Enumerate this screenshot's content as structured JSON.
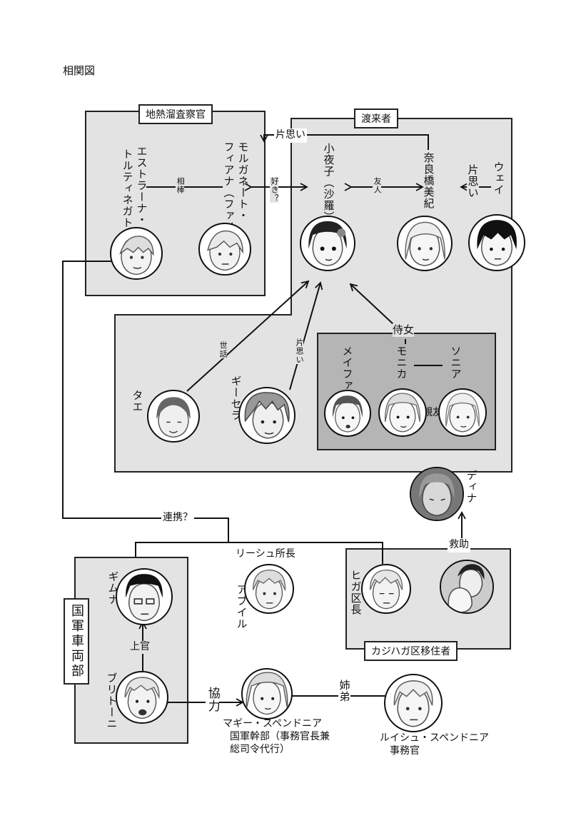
{
  "title": "相関図",
  "groups": {
    "chinetsu": "地熱溜査察官",
    "toraisha": "渡来者",
    "kokugun": "国軍車両部",
    "kajihaga": "カジハガ区移住者"
  },
  "characters": {
    "estrana": "エストラーナ・トルティネガト",
    "estrana_l1": "エストラーナ・",
    "estrana_l2": "トルティネガト",
    "morgana_l1": "モルガネート・",
    "morgana_l2": "フィアナ（ファイ）",
    "sayako": "小夜子（沙羅）",
    "nara": "奈良橋美紀",
    "wei": "ウェイ",
    "tae": "タエ",
    "gisela": "ギーセラ",
    "meifa": "メイファ",
    "monika": "モニカ",
    "sonia": "ソニア",
    "dina": "ディナ",
    "gimna": "ギムナ",
    "abuil": "アブイル",
    "abuil_title": "リーシュ所長",
    "higa": "ヒガ区長",
    "britoni": "ブリトーニ",
    "maggie_name": "マギー・スペンドニア",
    "maggie_title1": "国軍幹部（事務官長兼",
    "maggie_title2": "総司令代行）",
    "louisiche_name": "ルイシュ・スペンドニア",
    "louisiche_title": "事務官"
  },
  "relations": {
    "kataomoi_top": "片思い",
    "kataomoi_wei": "片思い",
    "aibou": "相棒",
    "suki": "好き？",
    "yujin": "友人",
    "jijo": "侍女",
    "sewa": "世話",
    "kataomoi_gisela": "片思い",
    "shinyu": "親友",
    "renkei": "連携？",
    "kyujo": "救助",
    "jokan": "上官",
    "kyoryoku": "協力",
    "shitei": "姉弟"
  },
  "icons": {
    "portrait": "portrait-icon"
  }
}
